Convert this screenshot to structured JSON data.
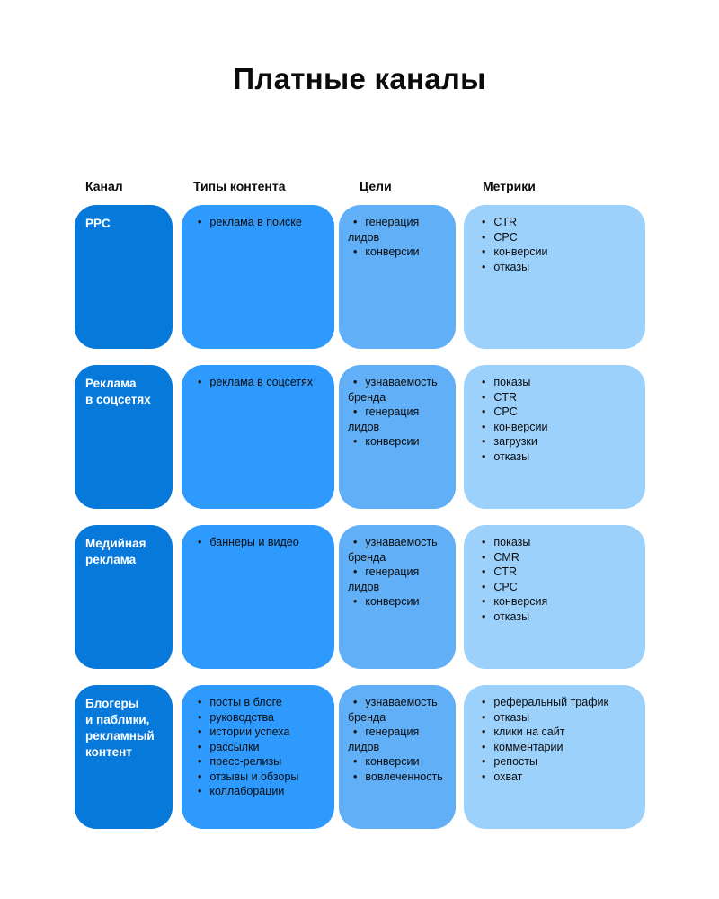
{
  "title": "Платные каналы",
  "colors": {
    "background": "#FFFFFF",
    "channel": "#0779DB",
    "content": "#2E9AFE",
    "goals": "#61AFF6",
    "metrics": "#9CD1FC",
    "channel_text": "#FFFFFF",
    "body_text": "#0C0C0C",
    "heading_text": "#0B0B0B"
  },
  "columns": [
    {
      "label": "Канал"
    },
    {
      "label": "Типы контента"
    },
    {
      "label": "Цели"
    },
    {
      "label": "Метрики"
    }
  ],
  "rows": [
    {
      "channel": "PPC",
      "content_types": [
        "реклама в поиске"
      ],
      "goals": [
        "генерация\nлидов",
        "конверсии"
      ],
      "metrics": [
        "CTR",
        "CPC",
        "конверсии",
        "отказы"
      ]
    },
    {
      "channel": "Реклама\nв соцсетях",
      "content_types": [
        "реклама в соцсетях"
      ],
      "goals": [
        "узнаваемость\nбренда",
        "генерация\nлидов",
        "конверсии"
      ],
      "metrics": [
        "показы",
        "CTR",
        "CPC",
        "конверсии",
        "загрузки",
        "отказы"
      ]
    },
    {
      "channel": "Медийная\nреклама",
      "content_types": [
        "баннеры и видео"
      ],
      "goals": [
        "узнаваемость\nбренда",
        "генерация\nлидов",
        "конверсии"
      ],
      "metrics": [
        "показы",
        "CMR",
        "CTR",
        "CPC",
        "конверсия",
        "отказы"
      ]
    },
    {
      "channel": "Блогеры\nи паблики,\nрекламный\nконтент",
      "content_types": [
        "посты в блоге",
        "руководства",
        "истории успеха",
        "рассылки",
        "пресс-релизы",
        "отзывы и обзоры",
        "коллаборации"
      ],
      "goals": [
        "узнаваемость\nбренда",
        "генерация\nлидов",
        "конверсии",
        "вовлеченность"
      ],
      "metrics": [
        "реферальный трафик",
        "отказы",
        "клики на сайт",
        "комментарии",
        "репосты",
        "охват"
      ]
    }
  ]
}
